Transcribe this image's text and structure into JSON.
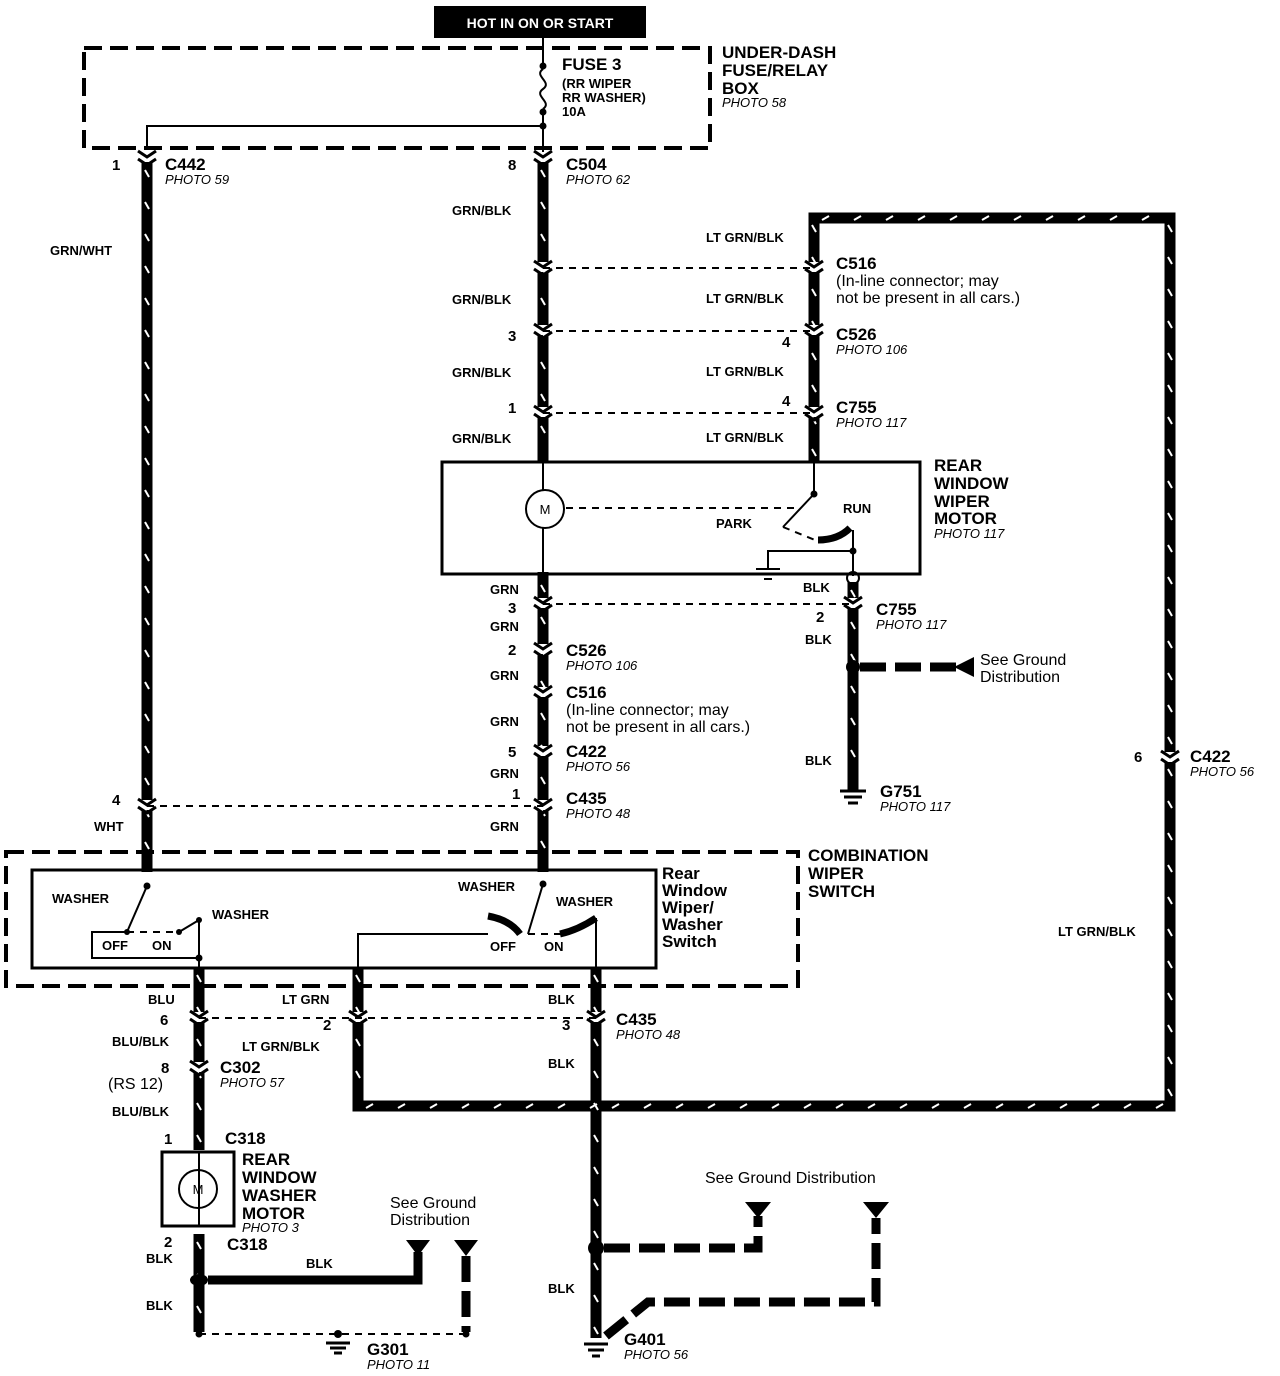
{
  "header": {
    "label": "HOT IN ON OR START"
  },
  "fuse_box": {
    "title_lines": [
      "UNDER-DASH",
      "FUSE/RELAY",
      "BOX"
    ],
    "photo": "PHOTO 58",
    "fuse_name": "FUSE 3",
    "fuse_desc_lines": [
      "(RR WIPER",
      "RR WASHER)",
      "10A"
    ]
  },
  "connectors": {
    "c442": {
      "name": "C442",
      "photo": "PHOTO 59",
      "pin": "1"
    },
    "c504": {
      "name": "C504",
      "photo": "PHOTO 62",
      "pin": "8"
    },
    "c516_top": {
      "name": "C516",
      "note_lines": [
        "(In-line connector; may",
        "not be present in all cars.)"
      ]
    },
    "c526_top": {
      "name": "C526",
      "photo": "PHOTO 106",
      "pin_left": "3",
      "pin_right": "4"
    },
    "c755_top": {
      "name": "C755",
      "photo": "PHOTO 117",
      "pin_left": "1",
      "pin_right": "4"
    },
    "c755_low": {
      "name": "C755",
      "photo": "PHOTO 117",
      "pin_left": "3",
      "pin_right": "2"
    },
    "c526_low": {
      "name": "C526",
      "photo": "PHOTO 106",
      "pin": "2"
    },
    "c516_low": {
      "name": "C516",
      "note_lines": [
        "(In-line connector; may",
        "not be present in all cars.)"
      ]
    },
    "c422_mid": {
      "name": "C422",
      "photo": "PHOTO 56",
      "pin": "5"
    },
    "c422_right": {
      "name": "C422",
      "photo": "PHOTO 56",
      "pin": "6"
    },
    "c435_top": {
      "name": "C435",
      "photo": "PHOTO 48",
      "pin_left": "4",
      "pin_right": "1"
    },
    "c435_low": {
      "name": "C435",
      "photo": "PHOTO 48",
      "pins": [
        "6",
        "2",
        "3"
      ]
    },
    "c302": {
      "name": "C302",
      "photo": "PHOTO 57",
      "pin": "8",
      "note": "(RS 12)"
    },
    "c318_top": {
      "name": "C318",
      "pin": "1"
    },
    "c318_low": {
      "name": "C318",
      "pin": "2"
    }
  },
  "wires": {
    "grn_wht": "GRN/WHT",
    "grn_blk": "GRN/BLK",
    "lt_grn_blk": "LT GRN/BLK",
    "grn": "GRN",
    "blk": "BLK",
    "wht": "WHT",
    "blu": "BLU",
    "lt_grn": "LT GRN",
    "blu_blk": "BLU/BLK"
  },
  "wiper_motor": {
    "title_lines": [
      "REAR",
      "WINDOW",
      "WIPER",
      "MOTOR"
    ],
    "photo": "PHOTO 117",
    "motor_symbol": "M",
    "park": "PARK",
    "run": "RUN"
  },
  "combo_switch": {
    "title_lines": [
      "COMBINATION",
      "WIPER",
      "SWITCH"
    ],
    "sub_lines": [
      "Rear",
      "Window",
      "Wiper/",
      "Washer",
      "Switch"
    ],
    "washer": "WASHER",
    "off": "OFF",
    "on": "ON"
  },
  "washer_motor": {
    "title_lines": [
      "REAR",
      "WINDOW",
      "WASHER",
      "MOTOR"
    ],
    "photo": "PHOTO 3",
    "motor_symbol": "M"
  },
  "grounds": {
    "see_ground_lines": [
      "See Ground",
      "Distribution"
    ],
    "see_ground_single": "See Ground Distribution",
    "g751": {
      "name": "G751",
      "photo": "PHOTO 117"
    },
    "g401": {
      "name": "G401",
      "photo": "PHOTO 56"
    },
    "g301": {
      "name": "G301",
      "photo": "PHOTO 11"
    }
  }
}
